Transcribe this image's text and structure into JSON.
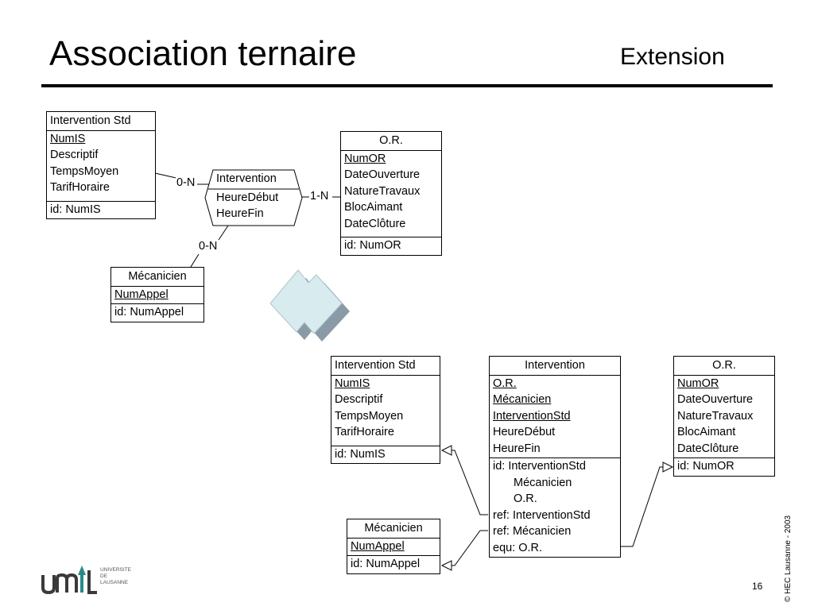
{
  "slide": {
    "title": "Association ternaire",
    "subtitle": "Extension",
    "page_number": "16",
    "copyright": "© HEC Lausanne - 2003"
  },
  "top_diagram": {
    "intervention_std": {
      "name": "Intervention Std",
      "attributes": [
        "NumIS",
        "Descriptif",
        "TempsMoyen",
        "TarifHoraire"
      ],
      "id": "id: NumIS"
    },
    "or_entity": {
      "name": "O.R.",
      "attributes": [
        "NumOR",
        "DateOuverture",
        "NatureTravaux",
        "BlocAimant",
        "DateClôture"
      ],
      "id": "id: NumOR"
    },
    "mecanicien": {
      "name": "Mécanicien",
      "attributes": [
        "NumAppel"
      ],
      "id": "id: NumAppel"
    },
    "relationship": {
      "name": "Intervention",
      "attributes": [
        "HeureDébut",
        "HeureFin"
      ]
    },
    "cardinalities": {
      "intervention_std": "0-N",
      "or_entity": "1-N",
      "mecanicien": "0-N"
    }
  },
  "bottom_diagram": {
    "intervention_std": {
      "name": "Intervention Std",
      "attributes": [
        "NumIS",
        "Descriptif",
        "TempsMoyen",
        "TarifHoraire"
      ],
      "id": "id: NumIS"
    },
    "intervention": {
      "name": "Intervention",
      "attributes": [
        "O.R.",
        "Mécanicien",
        "InterventionStd",
        "HeureDébut",
        "HeureFin"
      ],
      "constraints": [
        "id: InterventionStd",
        "Mécanicien",
        "O.R.",
        "ref: InterventionStd",
        "ref: Mécanicien",
        "equ: O.R."
      ]
    },
    "or_entity": {
      "name": "O.R.",
      "attributes": [
        "NumOR",
        "DateOuverture",
        "NatureTravaux",
        "BlocAimant",
        "DateClôture"
      ],
      "id": "id: NumOR"
    },
    "mecanicien": {
      "name": "Mécanicien",
      "attributes": [
        "NumAppel"
      ],
      "id": "id: NumAppel"
    }
  },
  "logo": {
    "text_line1": "UNIVERSITE",
    "text_line2": "DE",
    "text_line3": "LAUSANNE",
    "colors": {
      "mark": "#3a3a3a",
      "accent": "#2a8a8a"
    }
  },
  "colors": {
    "arrow_fill": "#d8ecef",
    "arrow_shadow": "#8a9aa6"
  }
}
